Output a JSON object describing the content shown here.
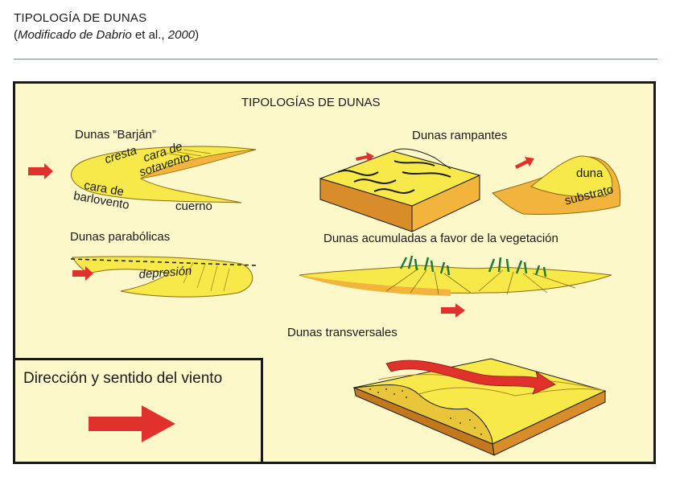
{
  "header": {
    "title": "TIPOLOGÍA DE DUNAS",
    "subtitle_open": "(",
    "subtitle_italic": "Modificado de Dabrio",
    "subtitle_mid": " et al., ",
    "subtitle_year": "2000",
    "subtitle_close": ")"
  },
  "diagram": {
    "title": "TIPOLOGÍAS DE DUNAS",
    "barjan": {
      "title": "Dunas “Barján”",
      "cresta": "cresta",
      "cara_de": "cara de",
      "sotavento": "sotavento",
      "cara_de_2": "cara de",
      "barlovento": "barlovento",
      "cuerno": "cuerno"
    },
    "rampantes": {
      "title": "Dunas rampantes",
      "duna": "duna",
      "substrato": "substrato"
    },
    "parabolicas": {
      "title": "Dunas parabólicas",
      "depresion": "depresión"
    },
    "vegetacion": {
      "title": "Dunas acumuladas a favor de la vegetación"
    },
    "transversales": {
      "title": "Dunas transversales"
    },
    "legend": {
      "text": "Dirección y sentido del viento"
    }
  },
  "colors": {
    "panel_bg": "#fdf8c9",
    "sand_yellow": "#f7e94a",
    "sand_orange": "#f2b43c",
    "wind_red": "#e0312c",
    "vegetation": "#1f7a3a",
    "rule": "#29a6c4"
  }
}
